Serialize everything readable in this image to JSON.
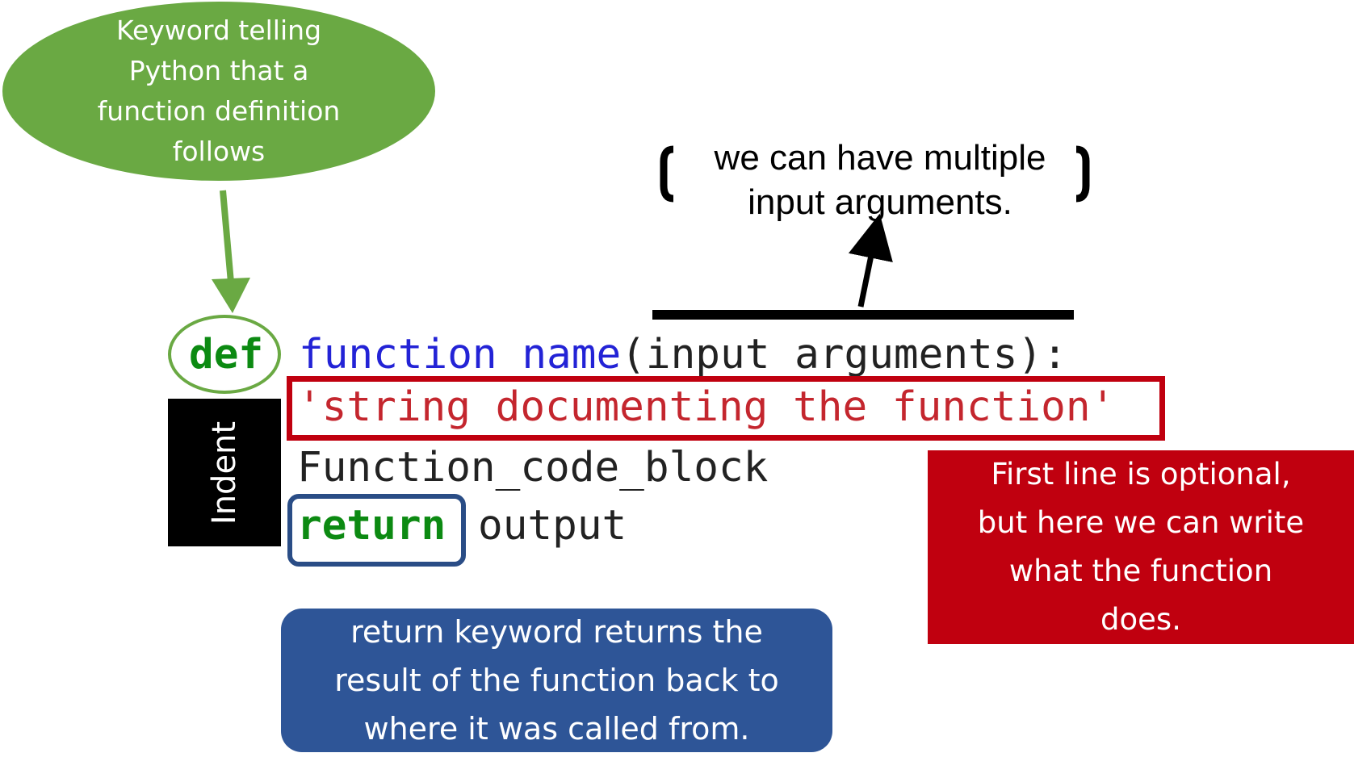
{
  "callouts": {
    "keyword": [
      "Keyword telling",
      "Python that a",
      "function definition",
      "follows"
    ],
    "arguments": [
      "we can have multiple",
      "input arguments."
    ],
    "docstring": [
      "First line is optional,",
      "but here we can write",
      "what the function",
      "does."
    ],
    "return": [
      "return keyword returns the",
      "result of the function back to",
      "where it was called from."
    ],
    "indent": "Indent"
  },
  "code": {
    "def_keyword": "def",
    "function_name": "function name",
    "signature_rest": "(input arguments):",
    "docstring": "'string documenting the function'",
    "body": "Function_code_block",
    "return_keyword": "return",
    "return_value": "output"
  },
  "colors": {
    "green": "#6aa943",
    "red": "#c0000f",
    "blue": "#2e5597",
    "keyword": "#0c8a12",
    "function_name": "#2323d6",
    "string": "#c4262e"
  }
}
